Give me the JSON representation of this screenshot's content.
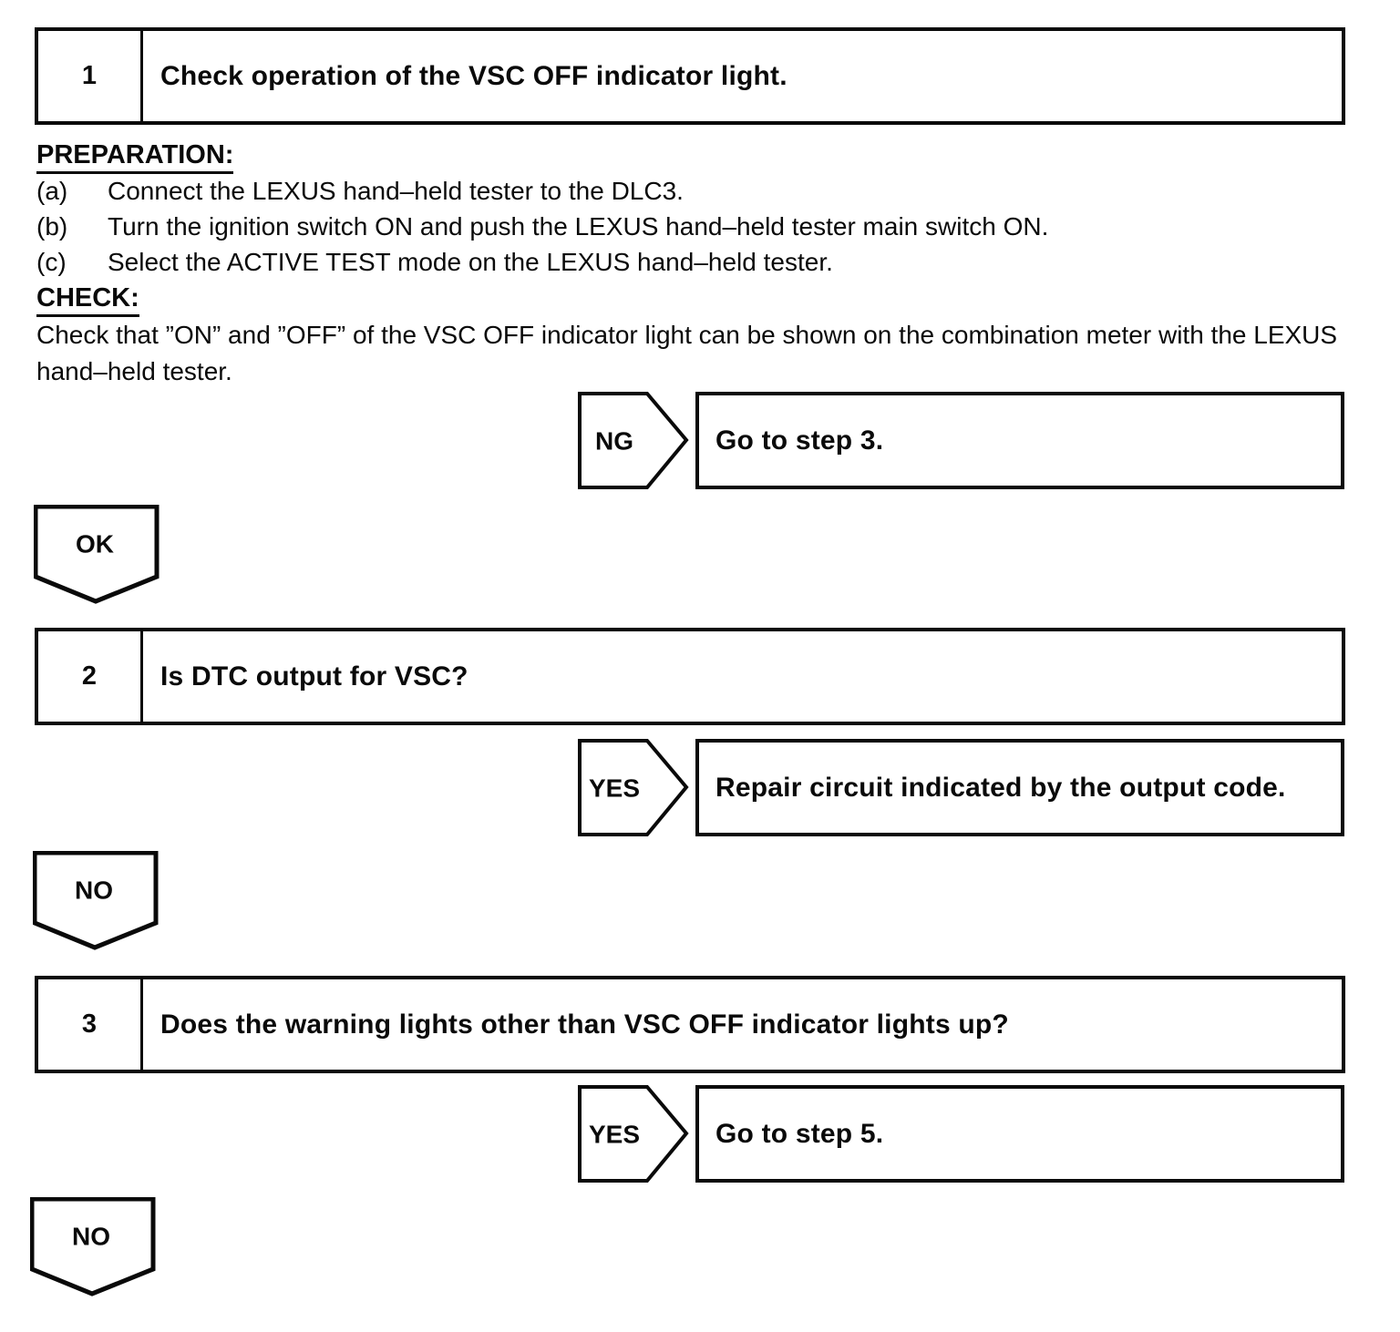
{
  "colors": {
    "ink": "#0a0a0a",
    "paper": "#ffffff"
  },
  "steps": [
    {
      "number": "1",
      "title": "Check operation of the VSC OFF indicator light."
    },
    {
      "number": "2",
      "title": "Is DTC output for VSC?"
    },
    {
      "number": "3",
      "title": "Does the warning lights other than VSC OFF indicator lights up?"
    }
  ],
  "preparation": {
    "heading": "PREPARATION:",
    "items": [
      {
        "label": "(a)",
        "text": "Connect the LEXUS hand–held tester to the DLC3."
      },
      {
        "label": "(b)",
        "text": "Turn the ignition switch ON and push the LEXUS hand–held tester main switch ON."
      },
      {
        "label": "(c)",
        "text": "Select the ACTIVE TEST mode on the LEXUS hand–held tester."
      }
    ]
  },
  "check": {
    "heading": "CHECK:",
    "text": "Check that ”ON” and ”OFF” of the VSC OFF indicator light can be shown on the combination meter with the LEXUS hand–held tester."
  },
  "branches": [
    {
      "label": "NG",
      "action": "Go to step 3."
    },
    {
      "label": "YES",
      "action": "Repair circuit indicated by the output code."
    },
    {
      "label": "YES",
      "action": "Go to step 5."
    }
  ],
  "continue_markers": [
    {
      "label": "OK"
    },
    {
      "label": "NO"
    },
    {
      "label": "NO"
    }
  ]
}
